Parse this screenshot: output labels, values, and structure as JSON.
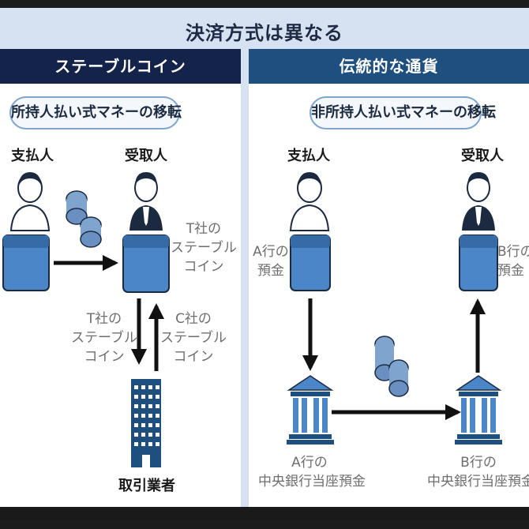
{
  "title": "決済方式は異なる",
  "left": {
    "header": "ステーブルコイン",
    "pill": "所持人払い式マネーの移転",
    "payer": "支払人",
    "payee": "受取人",
    "payee_wallet_text": [
      "T社の",
      "ステーブル",
      "コイン"
    ],
    "down_text": [
      "T社の",
      "ステーブル",
      "コイン"
    ],
    "up_text": [
      "C社の",
      "ステーブル",
      "コイン"
    ],
    "exchange": "取引業者"
  },
  "right": {
    "header": "伝統的な通貨",
    "pill": "非所持人払い式マネーの移転",
    "payer": "支払人",
    "payee": "受取人",
    "payer_deposit": [
      "A行の",
      "預金"
    ],
    "payee_deposit": [
      "B行の",
      "預金"
    ],
    "bank_a": [
      "A行の",
      "中央銀行当座預金"
    ],
    "bank_b": [
      "B行の",
      "中央銀行当座預金"
    ]
  },
  "colors": {
    "navy": "#14234a",
    "blue": "#1f4f7e",
    "wallet": "#4a86c8",
    "accent": "#7fa5cf"
  }
}
